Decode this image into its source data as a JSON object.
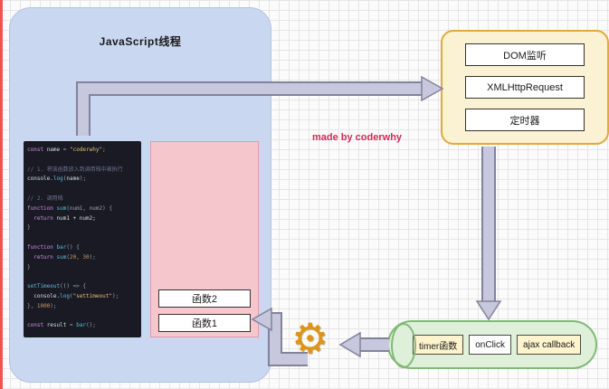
{
  "theme": {
    "grid-line": "#e6e6e6",
    "edge-red": "#ef5350",
    "panel-blue": "#c9d7f1",
    "panel-pink": "#f5c6cc",
    "panel-cream": "#fbf1d3",
    "border-orange": "#e2a93e",
    "border-green": "#82b977",
    "fill-green": "#dff0da",
    "code-bg": "#191a24",
    "arrow-fill": "#c7c7de",
    "arrow-stroke": "#82829b",
    "accent-red": "#cf2b54",
    "gear-orange": "#de9417"
  },
  "js_thread": {
    "title": "JavaScript线程"
  },
  "code": {
    "colors": {
      "kw": "#cf8fe0",
      "fn": "#61b8d6",
      "var": "#d8dee9",
      "str": "#e3c17a",
      "num": "#d19a66",
      "com": "#6f7490",
      "pun": "#9aa2b4",
      "txt": "#d8dee9"
    },
    "lines": [
      [
        {
          "t": "const ",
          "c": "kw"
        },
        {
          "t": "name",
          "c": "var"
        },
        {
          "t": " = ",
          "c": "pun"
        },
        {
          "t": "\"coderwhy\"",
          "c": "str"
        },
        {
          "t": ";",
          "c": "pun"
        }
      ],
      [],
      [
        {
          "t": "// 1. 将该函数放入到调用栈中被执行",
          "c": "com"
        }
      ],
      [
        {
          "t": "console.",
          "c": "txt"
        },
        {
          "t": "log",
          "c": "fn"
        },
        {
          "t": "(",
          "c": "pun"
        },
        {
          "t": "name",
          "c": "var"
        },
        {
          "t": ");",
          "c": "pun"
        }
      ],
      [],
      [
        {
          "t": "// 2. 调用栈",
          "c": "com"
        }
      ],
      [
        {
          "t": "function ",
          "c": "kw"
        },
        {
          "t": "sum",
          "c": "fn"
        },
        {
          "t": "(num1, num2) {",
          "c": "pun"
        }
      ],
      [
        {
          "t": "  return ",
          "c": "kw"
        },
        {
          "t": "num1 + num2;",
          "c": "var"
        }
      ],
      [
        {
          "t": "}",
          "c": "pun"
        }
      ],
      [],
      [
        {
          "t": "function ",
          "c": "kw"
        },
        {
          "t": "bar",
          "c": "fn"
        },
        {
          "t": "() {",
          "c": "pun"
        }
      ],
      [
        {
          "t": "  return ",
          "c": "kw"
        },
        {
          "t": "sum",
          "c": "fn"
        },
        {
          "t": "(",
          "c": "pun"
        },
        {
          "t": "20, 30",
          "c": "num"
        },
        {
          "t": ");",
          "c": "pun"
        }
      ],
      [
        {
          "t": "}",
          "c": "pun"
        }
      ],
      [],
      [
        {
          "t": "setTimeout",
          "c": "fn"
        },
        {
          "t": "(() => {",
          "c": "pun"
        }
      ],
      [
        {
          "t": "  console.",
          "c": "txt"
        },
        {
          "t": "log",
          "c": "fn"
        },
        {
          "t": "(",
          "c": "pun"
        },
        {
          "t": "\"settimeout\"",
          "c": "str"
        },
        {
          "t": ");",
          "c": "pun"
        }
      ],
      [
        {
          "t": "}, ",
          "c": "pun"
        },
        {
          "t": "1000",
          "c": "num"
        },
        {
          "t": ");",
          "c": "pun"
        }
      ],
      [],
      [
        {
          "t": "const ",
          "c": "kw"
        },
        {
          "t": "result",
          "c": "var"
        },
        {
          "t": " = ",
          "c": "pun"
        },
        {
          "t": "bar",
          "c": "fn"
        },
        {
          "t": "();",
          "c": "pun"
        }
      ]
    ]
  },
  "call_stack": {
    "frames": [
      "函数2",
      "函数1"
    ]
  },
  "web_apis": {
    "items": [
      "DOM监听",
      "XMLHttpRequest",
      "定时器"
    ]
  },
  "watermark": "made by coderwhy",
  "task_queue": {
    "items": [
      {
        "label": "timer函数",
        "bg": "#fdf3cd"
      },
      {
        "label": "onClick",
        "bg": "#ffffff"
      },
      {
        "label": "ajax callback",
        "bg": "#fdf3cd"
      }
    ]
  },
  "event_loop": {
    "gear": "⚙"
  }
}
